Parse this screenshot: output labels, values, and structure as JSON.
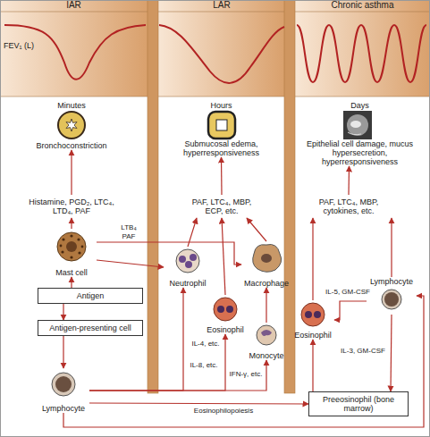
{
  "diagram": {
    "nodes": [
      {
        "text": [
          "Bronchoconstriction"
        ]
      },
      {
        "text": [
          "Submucosal edema, hyperresponsiveness"
        ]
      },
      {
        "text": [
          "Epithelial cell damage, mucus hypersecretion, hyperresponsiveness"
        ]
      },
      {
        "text": [
          "Histamine, PGD₂, LTC₄, LTD₄, PAF"
        ]
      },
      {
        "text": [
          "PAF, LTC₄, MBP, ECP, etc."
        ]
      },
      {
        "text": [
          "PAF, LTC₄, MBP, cytokines, etc."
        ]
      },
      {
        "text": [
          "Mast cell"
        ]
      },
      {
        "text": [
          "Neutrophil"
        ]
      },
      {
        "text": [
          "Eosinophil"
        ]
      },
      {
        "text": [
          "Macrophage"
        ]
      },
      {
        "text": [
          "Monocyte"
        ]
      },
      {
        "text": [
          "Eosinophil"
        ]
      },
      {
        "text": [
          "Lymphocyte"
        ]
      },
      {
        "text": [
          "Antigen"
        ]
      },
      {
        "text": [
          "Antigen-presenting cell"
        ]
      },
      {
        "text": [
          "Lymphocyte"
        ]
      },
      {
        "text": [
          "Preeosinophil (bone marrow)"
        ]
      }
    ],
    "edges": [
      {
        "from": 3,
        "to": 0,
        "arrow": "to"
      },
      {
        "from": 6,
        "to": 3,
        "arrow": "to"
      },
      {
        "from": 13,
        "to": 6,
        "arrow": "to"
      },
      {
        "from": 13,
        "to": 14,
        "arrow": "to"
      },
      {
        "from": 14,
        "to": 15,
        "arrow": "to"
      },
      {
        "from": 6,
        "to": 7,
        "label": "LTB₄ PAF",
        "arrow": "to"
      },
      {
        "from": 6,
        "to": 9,
        "arrow": "to"
      },
      {
        "from": 7,
        "to": 4,
        "arrow": "to"
      },
      {
        "from": 8,
        "to": 4,
        "arrow": "to"
      },
      {
        "from": 9,
        "to": 4,
        "arrow": "to"
      },
      {
        "from": 10,
        "to": 9,
        "arrow": "to"
      },
      {
        "from": 4,
        "to": 1,
        "arrow": "to"
      },
      {
        "from": 15,
        "to": 7,
        "label": "IL-8, etc.",
        "arrow": "to"
      },
      {
        "from": 15,
        "to": 8,
        "label": "IL-4, etc.",
        "arrow": "to"
      },
      {
        "from": 15,
        "to": 10,
        "label": "IFN-γ, etc.",
        "arrow": "to"
      },
      {
        "from": 15,
        "to": 16,
        "label": "Eosinophilopoiesis",
        "arrow": "to"
      },
      {
        "from": 15,
        "to": 12,
        "arrow": "to"
      },
      {
        "from": 16,
        "to": 11,
        "arrow": "to"
      },
      {
        "from": 12,
        "to": 11,
        "label": "IL-5, GM-CSF",
        "arrow": "to"
      },
      {
        "from": 12,
        "to": 16,
        "label": "IL-3, GM-CSF",
        "arrow": "to"
      },
      {
        "from": 12,
        "to": 5,
        "arrow": "to"
      },
      {
        "from": 11,
        "to": 5,
        "arrow": "to"
      },
      {
        "from": 5,
        "to": 2,
        "arrow": "to"
      }
    ],
    "labels": [
      "IAR",
      "LAR",
      "Chronic asthma",
      "FEV₁ (L)",
      "Minutes",
      "Hours",
      "Days"
    ]
  }
}
